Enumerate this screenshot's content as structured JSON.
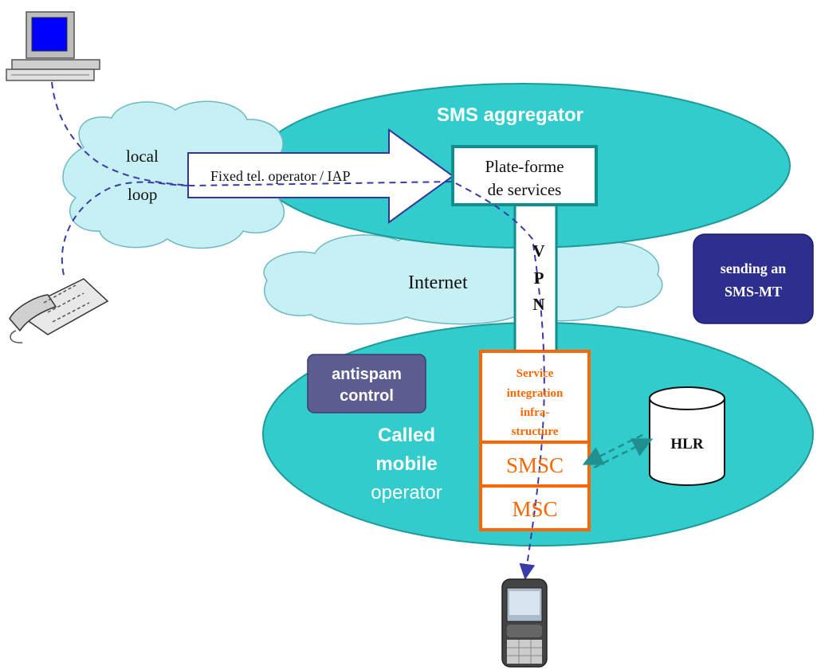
{
  "colors": {
    "ellipse_fill": "#33cccc",
    "ellipse_stroke": "#1d9a9a",
    "teal_border": "#138e8e",
    "cloud_fill": "#c6f0f4",
    "cloud_stroke": "#6fb9c2",
    "orange": "#ff6600",
    "box_dark": "#2e2e8f",
    "box_purple": "#5c5c90",
    "dash_line": "#3a3aa8",
    "hlr_dash": "#1f8f8f"
  },
  "labels": {
    "sms_aggregator": "SMS aggregator",
    "local": "local",
    "loop": "loop",
    "fixed_operator": "Fixed tel. operator / IAP",
    "platform_line1": "Plate-forme",
    "platform_line2": "de services",
    "vpn_v": "V",
    "vpn_p": "P",
    "vpn_n": "N",
    "internet": "Internet",
    "sending_line1": "sending an",
    "sending_line2": "SMS-MT",
    "antispam_line1": "antispam",
    "antispam_line2": "control",
    "service_line1": "Service",
    "service_line2": "integration",
    "service_line3": "infra-",
    "service_line4": "structure",
    "smsc": "SMSC",
    "msc": "MSC",
    "called_line1": "Called",
    "called_line2": "mobile",
    "called_line3": "operator",
    "hlr": "HLR"
  },
  "icons": {
    "computer": "desktop-computer-icon",
    "telephone": "desk-telephone-icon",
    "mobile": "mobile-phone-icon"
  }
}
